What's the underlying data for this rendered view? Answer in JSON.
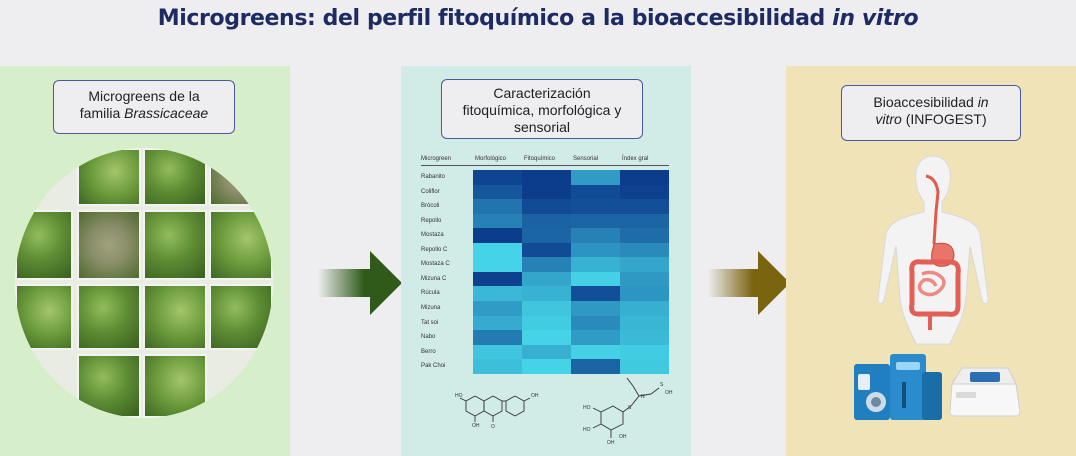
{
  "title": {
    "main": "Microgreens: del perfil fitoquímico a la bioaccesibilidad ",
    "italic": "in vitro"
  },
  "panel1": {
    "line1": "Microgreens de la",
    "line2a": "familia ",
    "line2b": "Brassicaceae"
  },
  "panel2": {
    "line1": "Caracterización",
    "line2": "fitoquímica, morfológica y",
    "line3": "sensorial"
  },
  "panel3": {
    "line1a": "Bioaccesibilidad ",
    "line1b": "in",
    "line2a": "vitro",
    "line2b": " (INFOGEST)"
  },
  "colors": {
    "panel1": "#d6eec9",
    "panel2": "#d1ebe6",
    "panel3": "#f1e3b8",
    "arrow1": "#2f5a1a",
    "arrow2": "#7a6410",
    "label_border": "#4c5a9d"
  },
  "chart_data": {
    "type": "heatmap",
    "header_row_label": "Microgreen",
    "columns": [
      "Morfológico",
      "Fitoquímico",
      "Sensorial",
      "Índex gral"
    ],
    "rows": [
      "Rabanito",
      "Coliflor",
      "Brócoli",
      "Repollo",
      "Mostaza",
      "Repollo C",
      "Mostaza C",
      "Mizuna C",
      "Rúcula",
      "Mizuna",
      "Tat soi",
      "Nabo",
      "Berro",
      "Pak Choi"
    ],
    "values": [
      [
        0.88,
        0.92,
        0.4,
        0.92
      ],
      [
        0.78,
        0.92,
        0.85,
        0.9
      ],
      [
        0.62,
        0.85,
        0.82,
        0.82
      ],
      [
        0.55,
        0.72,
        0.7,
        0.7
      ],
      [
        0.92,
        0.7,
        0.55,
        0.66
      ],
      [
        0.1,
        0.85,
        0.45,
        0.5
      ],
      [
        0.1,
        0.55,
        0.28,
        0.35
      ],
      [
        0.9,
        0.35,
        0.12,
        0.42
      ],
      [
        0.25,
        0.28,
        0.82,
        0.44
      ],
      [
        0.4,
        0.18,
        0.42,
        0.3
      ],
      [
        0.32,
        0.14,
        0.5,
        0.26
      ],
      [
        0.58,
        0.1,
        0.4,
        0.24
      ],
      [
        0.18,
        0.3,
        0.12,
        0.14
      ],
      [
        0.22,
        0.1,
        0.7,
        0.16
      ]
    ],
    "color_scale": [
      "#4ce6f2",
      "#062e84"
    ]
  },
  "icons": [
    "microgreen-photo",
    "flavonoid-structure-icon",
    "glucosinolate-structure-icon",
    "human-digestive-system-icon",
    "hplc-instrument-icon",
    "spectrophotometer-icon"
  ]
}
